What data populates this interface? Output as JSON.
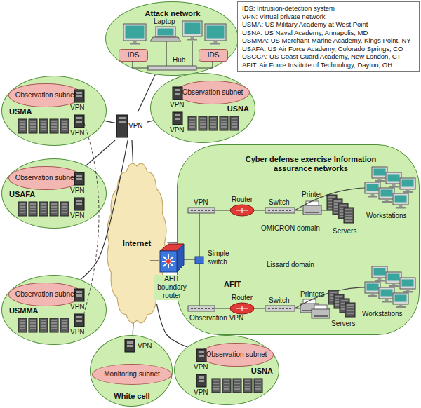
{
  "diagram": {
    "nodes": [
      {
        "text": [
          "Attack network"
        ]
      },
      {
        "text": [
          "IDS"
        ],
        "in": 0
      },
      {
        "text": [
          "IDS"
        ],
        "in": 0
      },
      {
        "text": [
          "IDS: Intrusion-detection system",
          "VPN: Virtual private network",
          "USMA: US Military Academy at West Point",
          "USNA: US Naval Academy, Annapolis, MD",
          "USMMA: US Merchant Marine Academy, Kings Point, NY",
          "USAFA: US Air Force Academy, Colorado Springs, CO",
          "USCGA: US Coast Guard Academy, New London, CT",
          "AFIT: Air Force Institute of Technology, Dayton, OH"
        ]
      },
      {
        "text": [
          "USMA"
        ]
      },
      {
        "text": [
          "Observation subnet"
        ],
        "in": 4
      },
      {
        "text": [
          "VPN"
        ]
      },
      {
        "text": [
          "USNA"
        ]
      },
      {
        "text": [
          "Observation subnet"
        ],
        "in": 7
      },
      {
        "text": [
          "USAFA"
        ]
      },
      {
        "text": [
          "Observation subnet"
        ],
        "in": 9
      },
      {
        "text": [
          "Internet"
        ]
      },
      {
        "text": [
          "Cyber defense exercise Information assurance networks",
          "AFIT"
        ]
      },
      {
        "text": [
          "USMMA"
        ]
      },
      {
        "text": [
          "Observation subnet"
        ],
        "in": 13
      },
      {
        "text": [
          "White cell"
        ]
      },
      {
        "text": [
          "Monitoring subnet"
        ],
        "in": 15
      },
      {
        "text": [
          "USNA"
        ]
      },
      {
        "text": [
          "Observation subnet"
        ],
        "in": 17
      }
    ],
    "edges": [
      {
        "from": 4,
        "to": 6,
        "arrow": "none"
      },
      {
        "from": 7,
        "to": 6,
        "arrow": "none"
      },
      {
        "from": 9,
        "to": 6,
        "arrow": "none"
      },
      {
        "from": 0,
        "to": 6,
        "arrow": "none"
      },
      {
        "from": 13,
        "to": 6,
        "arrow": "none"
      },
      {
        "from": 6,
        "to": 11,
        "arrow": "none"
      },
      {
        "from": 11,
        "to": 12,
        "arrow": "none"
      },
      {
        "from": 15,
        "to": 11,
        "arrow": "none"
      },
      {
        "from": 17,
        "to": 11,
        "arrow": "none"
      }
    ],
    "labels": [
      "Laptop",
      "Hub",
      "VPN",
      "VPN",
      "VPN",
      "VPN",
      "VPN",
      "VPN",
      "VPN",
      "Router",
      "Switch",
      "Printer",
      "Servers",
      "Workstations",
      "OMICRON domain",
      "Simple switch",
      "AFIT boundary router",
      "Lissard domain",
      "Printers",
      "Router",
      "Switch",
      "Servers",
      "Workstations",
      "Observation VPN",
      "VPN",
      "VPN",
      "VPN",
      "VPN",
      "VPN"
    ]
  }
}
